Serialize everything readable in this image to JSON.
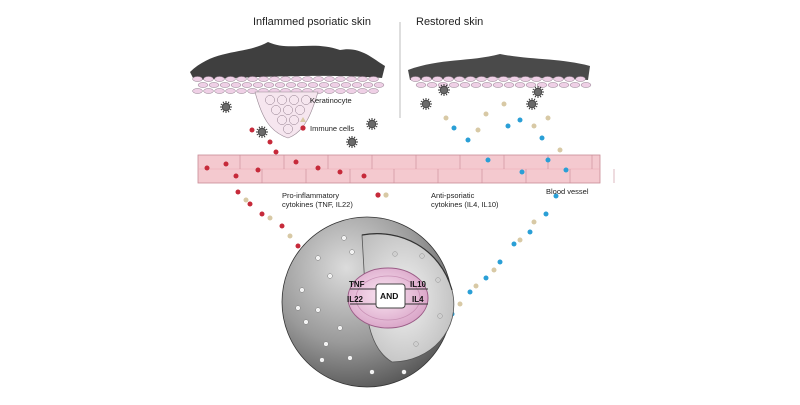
{
  "titles": {
    "left": "Inflammed psoriatic skin",
    "right": "Restored skin"
  },
  "labels": {
    "keratinocyte": "Keratinocyte",
    "immune_cells": "Immune cells",
    "blood_vessel": "Blood vessel",
    "pro_inflammatory_line1": "Pro-inflammatory",
    "pro_inflammatory_line2": "cytokines (TNF, IL22)",
    "anti_psoriatic_line1": "Anti-psoriatic",
    "anti_psoriatic_line2": "cytokines (IL4, IL10)"
  },
  "gate": {
    "inputs": [
      "TNF",
      "IL22"
    ],
    "operator": "AND",
    "outputs": [
      "IL10",
      "IL4"
    ]
  },
  "colors": {
    "pro_inflammatory_dot": "#c62a3a",
    "anti_psoriatic_dot": "#2a9fd6",
    "neutral_dot": "#d8c9a5",
    "vessel": "#f4c9cf",
    "skin_cells": "#efd0e6",
    "cell_body": "#8c8c8c"
  }
}
